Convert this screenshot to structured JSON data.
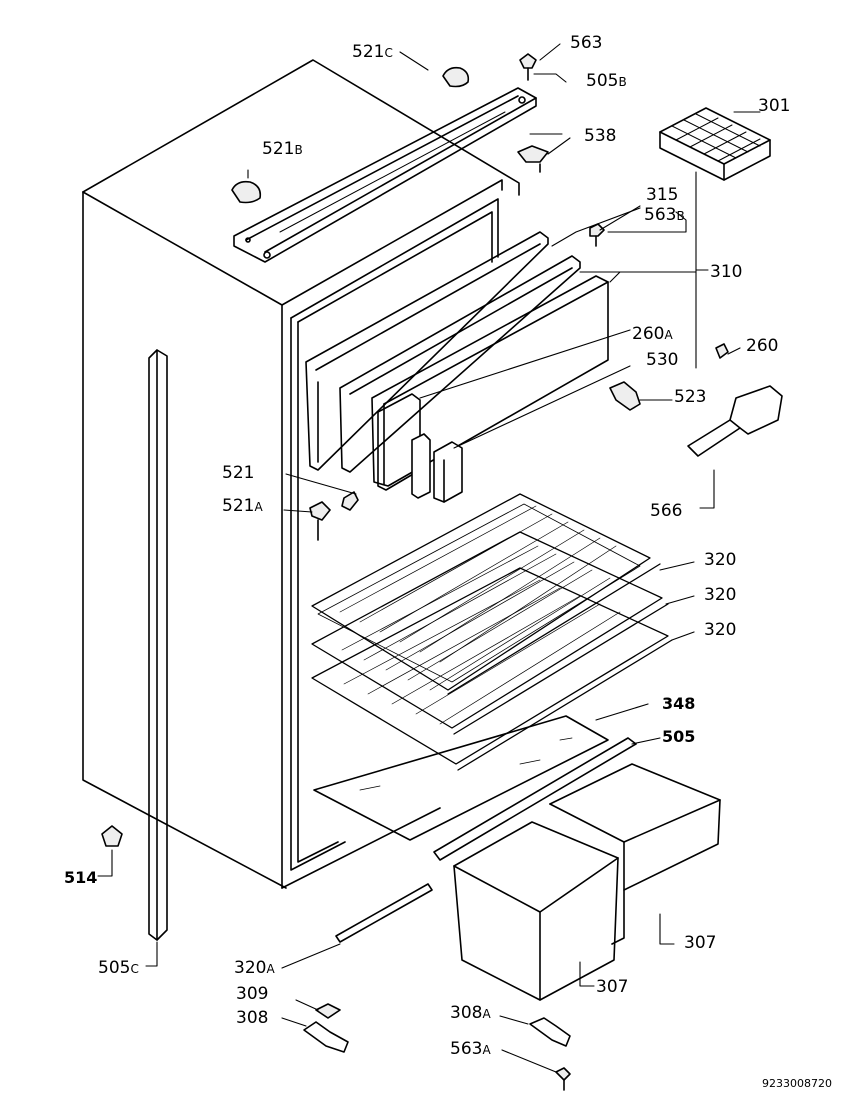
{
  "labels": {
    "l521c": {
      "main": "521",
      "sfx": "C"
    },
    "l563": {
      "main": "563",
      "sfx": ""
    },
    "l505b": {
      "main": "505",
      "sfx": "B"
    },
    "l521b": {
      "main": "521",
      "sfx": "B"
    },
    "l538": {
      "main": "538",
      "sfx": ""
    },
    "l301": {
      "main": "301",
      "sfx": ""
    },
    "l315": {
      "main": "315",
      "sfx": ""
    },
    "l563b": {
      "main": "563",
      "sfx": "B"
    },
    "l310": {
      "main": "310",
      "sfx": ""
    },
    "l260a": {
      "main": "260",
      "sfx": "A"
    },
    "l260": {
      "main": "260",
      "sfx": ""
    },
    "l530": {
      "main": "530",
      "sfx": ""
    },
    "l523": {
      "main": "523",
      "sfx": ""
    },
    "l521": {
      "main": "521",
      "sfx": ""
    },
    "l521a": {
      "main": "521",
      "sfx": "A"
    },
    "l566": {
      "main": "566",
      "sfx": ""
    },
    "l320a1": {
      "main": "320",
      "sfx": ""
    },
    "l320b1": {
      "main": "320",
      "sfx": ""
    },
    "l320c1": {
      "main": "320",
      "sfx": ""
    },
    "l348": {
      "main": "348",
      "sfx": ""
    },
    "l505": {
      "main": "505",
      "sfx": ""
    },
    "l514": {
      "main": "514",
      "sfx": ""
    },
    "l505c": {
      "main": "505",
      "sfx": "C"
    },
    "l320a": {
      "main": "320",
      "sfx": "A"
    },
    "l307a": {
      "main": "307",
      "sfx": ""
    },
    "l307b": {
      "main": "307",
      "sfx": ""
    },
    "l309": {
      "main": "309",
      "sfx": ""
    },
    "l308": {
      "main": "308",
      "sfx": ""
    },
    "l308a": {
      "main": "308",
      "sfx": "A"
    },
    "l563a": {
      "main": "563",
      "sfx": "A"
    }
  },
  "doc_id": "9233008720"
}
